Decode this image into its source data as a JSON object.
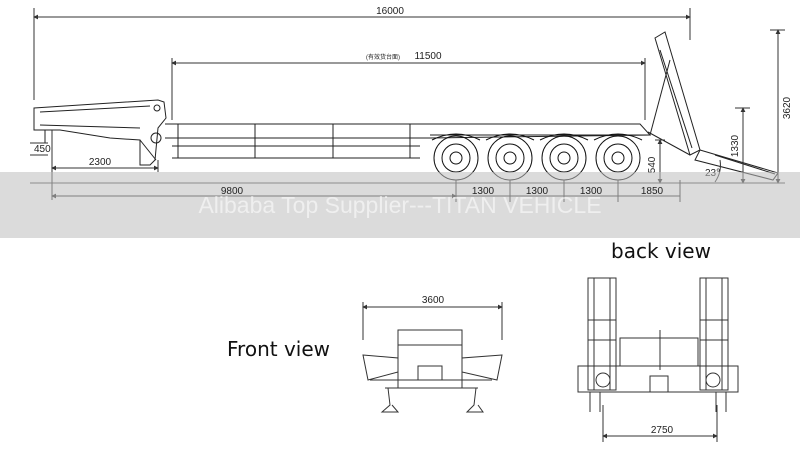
{
  "side_view": {
    "overall_length": "16000",
    "deck_length_note": "(有效货台面)",
    "deck_length": "11500",
    "overall_height": "3620",
    "ramp_height": "1330",
    "deck_height": "540",
    "gooseneck_height": "450",
    "kingpin_offset": "2300",
    "kingpin_to_axle": "9800",
    "axle_spacing_1": "1300",
    "axle_spacing_2": "1300",
    "axle_spacing_3": "1300",
    "rear_overhang": "1850",
    "ramp_angle": "23°"
  },
  "watermark": "Alibaba Top Supplier---TITAN VEHICLE",
  "front_view": {
    "title": "Front view",
    "width": "3600"
  },
  "back_view": {
    "title": "back view",
    "width": "2750"
  }
}
